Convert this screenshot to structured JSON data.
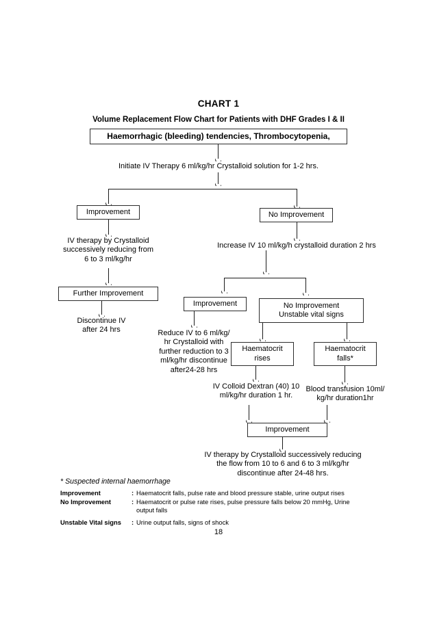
{
  "document": {
    "chart_title": "CHART 1",
    "subtitle": "Volume Replacement Flow Chart for Patients with DHF Grades I & II",
    "page_number": "18"
  },
  "nodes": {
    "start_box": "Haemorrhagic (bleeding) tendencies, Thrombocytopenia,",
    "initiate": "Initiate IV Therapy 6 ml/kg/hr Crystalloid solution for 1-2 hrs.",
    "improvement_1": "Improvement",
    "no_improvement_1": "No Improvement",
    "iv_therapy_crystalloid": "IV therapy by Crystalloid\nsuccessively reducing from\n6 to 3 ml/kg/hr",
    "increase_iv": "Increase IV 10 ml/kg/h crystalloid duration 2 hrs",
    "further_improvement": "Further Improvement",
    "discontinue_iv": "Discontinue IV\nafter 24 hrs",
    "improvement_2": "Improvement",
    "no_improvement_unstable": "No Improvement\nUnstable vital signs",
    "reduce_iv": "Reduce IV to 6 ml/kg/\nhr Crystalloid with\nfurther reduction to 3\nml/kg/hr discontinue\nafter24-28 hrs",
    "haematocrit_rises": "Haematocrit\nrises",
    "haematocrit_falls": "Haematocrit\nfalls*",
    "iv_colloid": "IV Colloid Dextran (40) 10\nml/kg/hr duration 1 hr.",
    "blood_transfusion": "Blood transfusion 10ml/\nkg/hr duration1hr",
    "improvement_3": "Improvement",
    "final_therapy": "IV therapy by Crystalloid successively reducing\nthe flow from 10 to 6 and  6 to 3 ml/kg/hr\ndiscontinue after 24-48 hrs."
  },
  "legend": {
    "footnote": "* Suspected internal haemorrhage",
    "colon": ":",
    "rows": [
      {
        "term": "Improvement",
        "definition": "Haematocrit falls, pulse rate and blood pressure stable, urine output rises"
      },
      {
        "term": "No Improvement",
        "definition": "Haematocrit or pulse rate rises, pulse pressure falls below 20 mmHg, Urine\n   output falls"
      },
      {
        "term": "Unstable Vital signs",
        "definition": "Urine output falls, signs of shock"
      }
    ]
  }
}
